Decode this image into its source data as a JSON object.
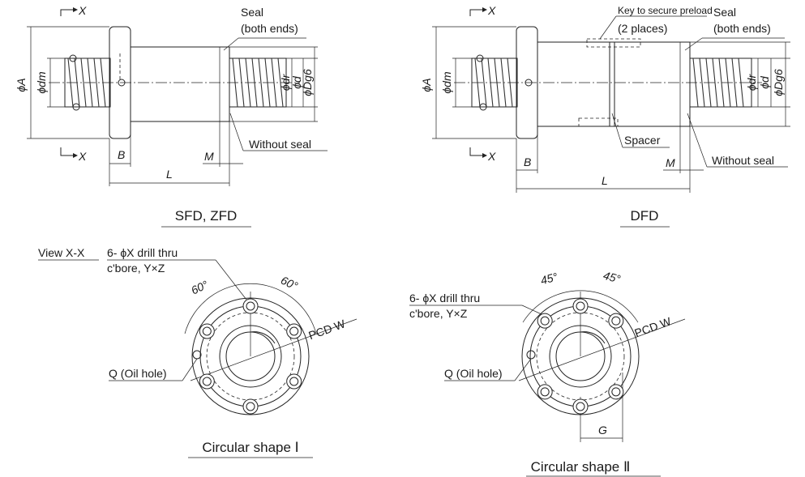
{
  "sfd_view": {
    "section_mark_top": "X",
    "section_mark_bottom": "X",
    "seal_line1": "Seal",
    "seal_line2": "(both ends)",
    "without_seal": "Without seal",
    "dim_A": "ϕA",
    "dim_dm": "ϕdm",
    "dim_dr": "ϕdr",
    "dim_d": "ϕd",
    "dim_Dg6": "ϕDg6",
    "dim_B": "B",
    "dim_L": "L",
    "dim_M": "M",
    "caption": "SFD, ZFD"
  },
  "dfd_view": {
    "section_mark_top": "X",
    "section_mark_bottom": "X",
    "key_line1": "Key to secure preload",
    "key_line2": "(2 places)",
    "seal_line1": "Seal",
    "seal_line2": "(both ends)",
    "spacer": "Spacer",
    "without_seal": "Without seal",
    "dim_A": "ϕA",
    "dim_dm": "ϕdm",
    "dim_dr": "ϕdr",
    "dim_d": "ϕd",
    "dim_Dg6": "ϕDg6",
    "dim_B": "B",
    "dim_L": "L",
    "dim_M": "M",
    "caption": "DFD"
  },
  "circular_1": {
    "view_label": "View X-X",
    "drill_line1": "6- ϕX drill thru",
    "drill_line2": "c'bore, Y×Z",
    "angle_left": "60°",
    "angle_right": "60°",
    "pcd": "PCD  W",
    "oil_hole": "Q (Oil hole)",
    "caption": "Circular shape Ⅰ"
  },
  "circular_2": {
    "drill_line1": "6- ϕX drill thru",
    "drill_line2": "c'bore, Y×Z",
    "angle_left": "45°",
    "angle_right": "45°",
    "pcd": "PCD  W",
    "oil_hole": "Q (Oil hole)",
    "dim_G": "G",
    "caption": "Circular shape Ⅱ"
  }
}
